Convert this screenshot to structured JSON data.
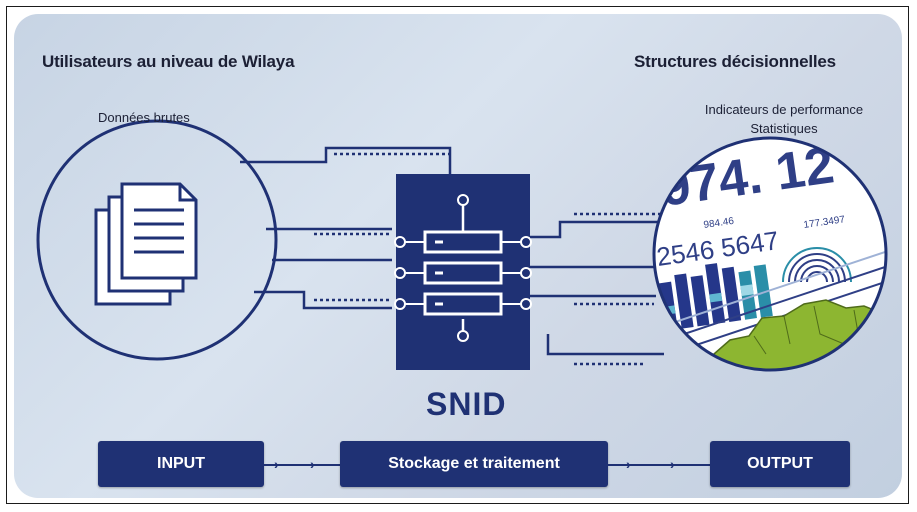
{
  "headings": {
    "left": "Utilisateurs au niveau de Wilaya",
    "right": "Structures décisionnelles"
  },
  "left_caption": "Données brutes",
  "right_caption": {
    "line1": "Indicateurs de performance",
    "line2": "Statistiques"
  },
  "center_label": "SNID",
  "flow": {
    "input": "INPUT",
    "processing": "Stockage et traitement",
    "output": "OUTPUT"
  },
  "stats_graphic": {
    "big_number": "974. 12",
    "small_a": "984.46",
    "small_b": "2546 5647",
    "small_c": "177.3497"
  },
  "colors": {
    "navy": "#1f3174",
    "background": "#d3dde9",
    "map_green": "#8db631",
    "teal": "#2a8ea8"
  },
  "icons": [
    "document-stack-icon",
    "server-stack-icon",
    "statistics-lens-icon",
    "arrow-right-icon"
  ]
}
